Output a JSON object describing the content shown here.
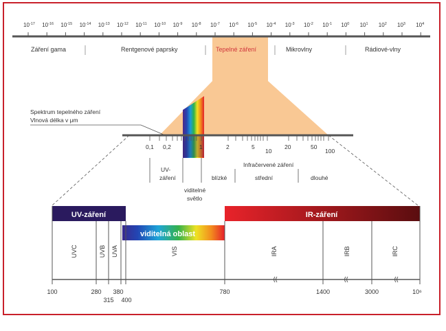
{
  "colors": {
    "frame": "#c8202a",
    "thermal_fan": "#f9c894",
    "uv_band": "#2a1a5e",
    "ir_band_start": "#e8232a",
    "ir_band_end": "#5a0d0f",
    "axis": "#555555",
    "highlight_text": "#d0353c"
  },
  "top_scale": {
    "exponents": [
      "-17",
      "-16",
      "-15",
      "-14",
      "-13",
      "-12",
      "-11",
      "-10",
      "-9",
      "-8",
      "-7",
      "-6",
      "-5",
      "-4",
      "-3",
      "-2",
      "-1",
      "0",
      "1",
      "2",
      "3",
      "4"
    ],
    "base": "10",
    "regions": [
      "Záření gama",
      "Rentgenové paprsky",
      "Tepelné záření",
      "Mikrovlny",
      "Rádiové-vlny"
    ]
  },
  "thermal_spectrum": {
    "label_line1": "Spektrum tepelného záření",
    "label_line2": "Vlnová délka v μm",
    "ticks": [
      "0,1",
      "0,2",
      "1",
      "2",
      "5",
      "10",
      "20",
      "50",
      "100"
    ],
    "sub_labels": {
      "uv_line1": "UV-",
      "uv_line2": "záření",
      "visible_line1": "viditelné",
      "visible_line2": "světlo",
      "near": "blízké",
      "ir_title": "Infračervené záření",
      "mid": "střední",
      "far": "dlouhé"
    }
  },
  "bands": {
    "uv_title": "UV-záření",
    "visible_title": "viditelná oblast",
    "ir_title": "IR-záření",
    "sections": [
      "UVC",
      "UVB",
      "UVA",
      "VIS",
      "IRA",
      "IRB",
      "IRC"
    ],
    "bottom_ticks": [
      "100",
      "280",
      "315",
      "380",
      "400",
      "780",
      "1400",
      "3000",
      "10⁶"
    ]
  }
}
